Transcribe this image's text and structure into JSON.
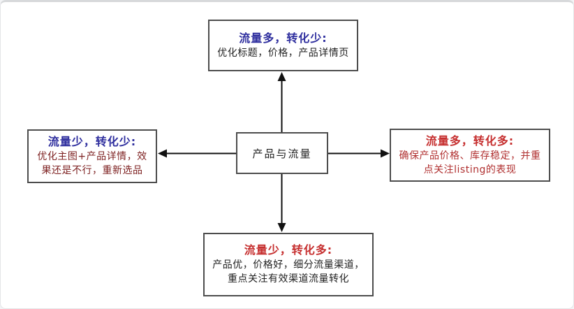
{
  "diagram": {
    "center_node": {
      "label": "产品与流量"
    },
    "nodes": [
      {
        "id": "top",
        "title": "流量多，转化少:",
        "body": "优化标题，价格，产品详情页",
        "title_color": "#2e2e9e",
        "body_color": "#1f1f1f"
      },
      {
        "id": "left",
        "title": "流量少，转化少:",
        "body": "优化主图+产品详情，效果还是不行，重新选品",
        "title_color": "#2e2e9e",
        "body_color": "#7e2222"
      },
      {
        "id": "right",
        "title": "流量多，转化多:",
        "body": "确保产品价格、库存稳定，并重点关注listing的表现",
        "title_color": "#c62f2f",
        "body_color": "#b03030"
      },
      {
        "id": "bottom",
        "title": "流量少，转化多:",
        "body": "产品优，价格好，细分流量渠道，重点关注有效渠道流量转化",
        "title_color": "#c62f2f",
        "body_color": "#1f1f1f"
      }
    ],
    "arrow_color": "#111111",
    "box_border_color": "#4d4d4d"
  }
}
